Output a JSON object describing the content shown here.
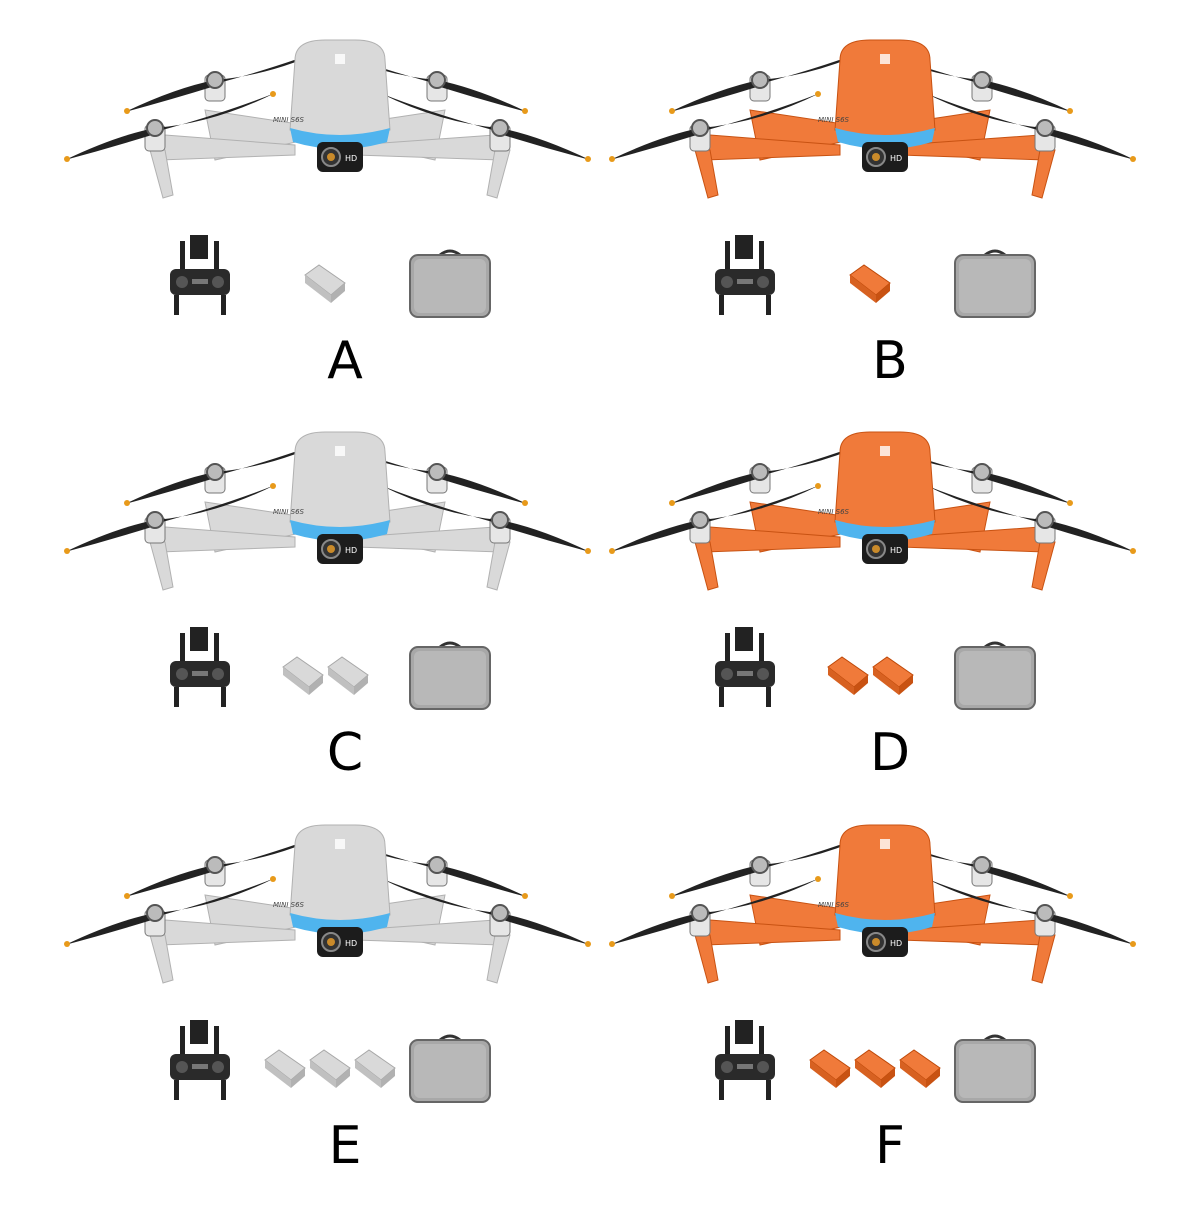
{
  "colors": {
    "white": "#d9d9d9",
    "orange": "#f07a3a",
    "led": "#4fb4ee"
  },
  "options": [
    {
      "letter": "A",
      "color": "white",
      "batteries": 1,
      "model_label": "MINI S6S",
      "camera_label": "HD"
    },
    {
      "letter": "B",
      "color": "orange",
      "batteries": 1,
      "model_label": "MINI S6S",
      "camera_label": "HD"
    },
    {
      "letter": "C",
      "color": "white",
      "batteries": 2,
      "model_label": "MINI S6S",
      "camera_label": "HD"
    },
    {
      "letter": "D",
      "color": "orange",
      "batteries": 2,
      "model_label": "MINI S6S",
      "camera_label": "HD"
    },
    {
      "letter": "E",
      "color": "white",
      "batteries": 3,
      "model_label": "MINI S6S",
      "camera_label": "HD"
    },
    {
      "letter": "F",
      "color": "orange",
      "batteries": 3,
      "model_label": "MINI S6S",
      "camera_label": "HD"
    }
  ]
}
